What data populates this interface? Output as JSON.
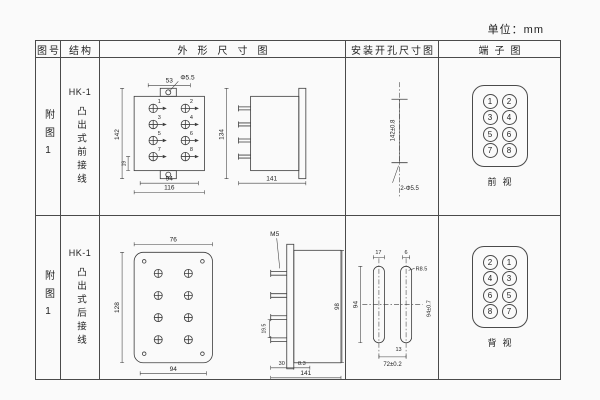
{
  "page": {
    "unit_label": "单位：mm"
  },
  "headers": {
    "fig_no": "图号",
    "structure": "结构",
    "outline": "外形尺寸图",
    "mounting": "安装开孔尺寸图",
    "terminal": "端子图"
  },
  "row1": {
    "fig_no": "附图1",
    "model": "HK-1",
    "structure_desc": "凸出式前接线",
    "outline": {
      "d53": "53",
      "d_dia": "Φ5.5",
      "d142": "142",
      "d19": "19",
      "d94": "94",
      "d116": "116",
      "d134": "134",
      "d141": "141",
      "terminals": [
        "1",
        "2",
        "3",
        "4",
        "5",
        "6",
        "7",
        "8"
      ]
    },
    "mounting": {
      "d_center": "142±0.8",
      "d_holes": "2-Φ5.5"
    },
    "terminal": {
      "numbers": [
        "1",
        "2",
        "3",
        "4",
        "5",
        "6",
        "7",
        "8"
      ],
      "caption": "前视"
    }
  },
  "row2": {
    "fig_no": "附图1",
    "model": "HK-1",
    "structure_desc": "凸出式后接线",
    "outline": {
      "d76": "76",
      "d128": "128",
      "d94": "94",
      "m5": "M5",
      "d98": "98",
      "d19_5": "19.5",
      "d30": "30",
      "d8_3": "8.3",
      "d141": "141"
    },
    "mounting": {
      "d17": "17",
      "d6": "6",
      "r8_5": "R8.5",
      "d94": "94",
      "d_tol": "94±0.7",
      "d72": "72±0.2",
      "d13": "13"
    },
    "terminal": {
      "numbers": [
        "2",
        "1",
        "4",
        "3",
        "6",
        "5",
        "8",
        "7"
      ],
      "caption": "背视"
    }
  }
}
